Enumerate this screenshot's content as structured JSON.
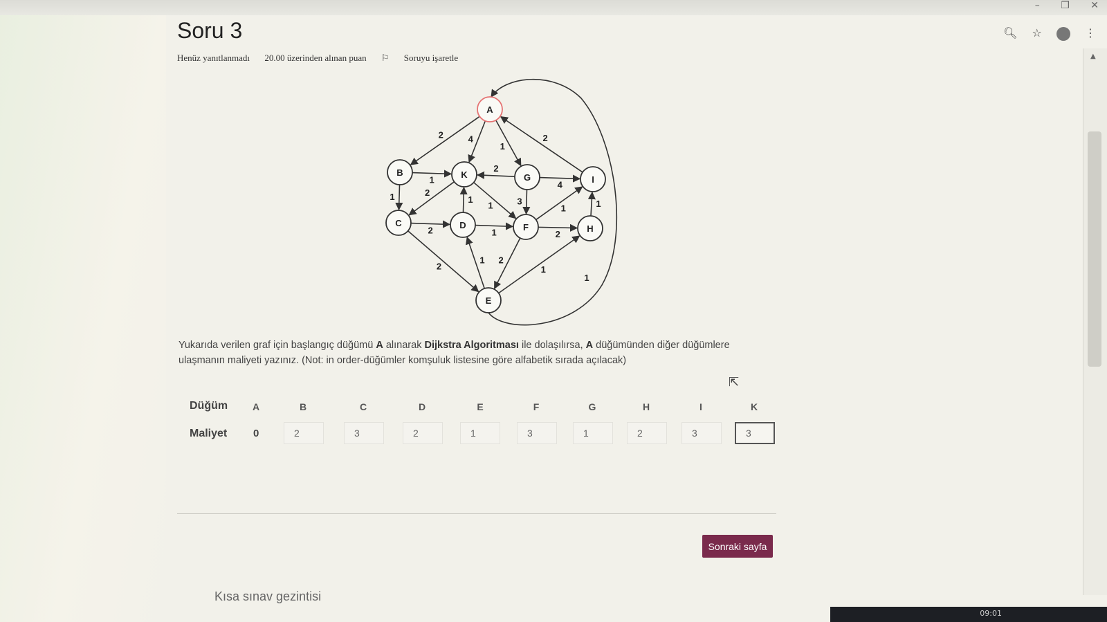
{
  "question": {
    "title": "Soru 3",
    "status": "Henüz yanıtlanmadı",
    "points": "20.00 üzerinden alınan puan",
    "flag_label": "Soruyu işaretle",
    "text_part1": "Yukarıda verilen graf için başlangıç düğümü ",
    "text_bold1": "A",
    "text_part2": " alınarak ",
    "text_bold2": "Dijkstra Algoritması",
    "text_part3": " ile dolaşılırsa, ",
    "text_bold3": "A",
    "text_part4": " düğümünden diğer düğümlere ulaşmanın maliyeti yazınız. (Not:  in order-düğümler komşuluk listesine göre alfabetik sırada açılacak)"
  },
  "graph": {
    "nodes": [
      "A",
      "B",
      "K",
      "G",
      "I",
      "C",
      "D",
      "F",
      "H",
      "E"
    ],
    "start_node": "A",
    "start_color": "#e57373",
    "edges": [
      {
        "from": "A",
        "to": "B",
        "w": "2"
      },
      {
        "from": "A",
        "to": "K",
        "w": "4"
      },
      {
        "from": "A",
        "to": "G",
        "w": "1"
      },
      {
        "from": "I",
        "to": "A",
        "w": "2"
      },
      {
        "from": "B",
        "to": "K",
        "w": "1"
      },
      {
        "from": "B",
        "to": "C",
        "w": "1"
      },
      {
        "from": "K",
        "to": "C",
        "w": "2"
      },
      {
        "from": "G",
        "to": "K",
        "w": "2"
      },
      {
        "from": "K",
        "to": "F",
        "w": "1"
      },
      {
        "from": "G",
        "to": "I",
        "w": "4"
      },
      {
        "from": "G",
        "to": "F",
        "w": "3"
      },
      {
        "from": "D",
        "to": "K",
        "w": "1"
      },
      {
        "from": "C",
        "to": "D",
        "w": "2"
      },
      {
        "from": "D",
        "to": "F",
        "w": "1"
      },
      {
        "from": "F",
        "to": "I",
        "w": "1"
      },
      {
        "from": "H",
        "to": "I",
        "w": "1"
      },
      {
        "from": "F",
        "to": "H",
        "w": "2"
      },
      {
        "from": "C",
        "to": "E",
        "w": "2"
      },
      {
        "from": "E",
        "to": "D",
        "w": "1"
      },
      {
        "from": "F",
        "to": "E",
        "w": "2"
      },
      {
        "from": "E",
        "to": "H",
        "w": "1"
      },
      {
        "from": "E",
        "to": "A",
        "w": "1"
      }
    ]
  },
  "table": {
    "row1_label": "Düğüm",
    "row2_label": "Maliyet",
    "columns": [
      "A",
      "B",
      "C",
      "D",
      "E",
      "F",
      "G",
      "H",
      "I",
      "K"
    ],
    "a_cost": "0",
    "values": [
      "2",
      "3",
      "2",
      "1",
      "3",
      "1",
      "2",
      "3",
      "3"
    ]
  },
  "next_button": "Sonraki sayfa",
  "nav_link": "Kısa sınav gezintisi",
  "taskbar": {
    "clock": "09:01"
  }
}
